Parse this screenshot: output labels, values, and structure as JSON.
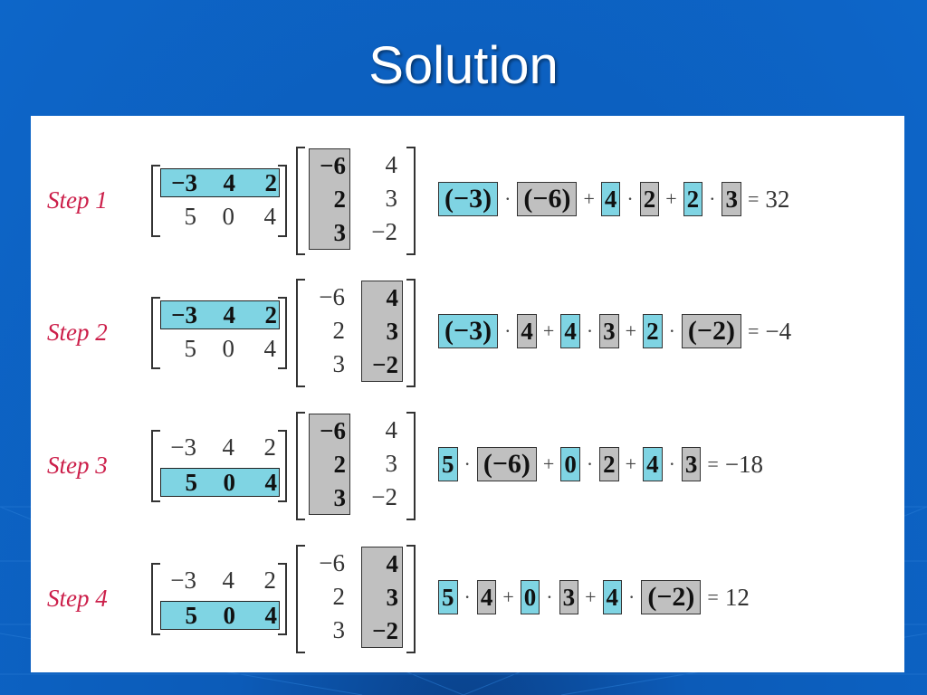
{
  "title": "Solution",
  "steps": [
    {
      "label": "Step 1",
      "a_row": 0,
      "b_col": 0,
      "expr": [
        {
          "type": "blue",
          "text": "(−3)",
          "big": true
        },
        {
          "type": "op",
          "text": "·"
        },
        {
          "type": "gray",
          "text": "(−6)",
          "big": true
        },
        {
          "type": "op",
          "text": "+"
        },
        {
          "type": "blue",
          "text": "4"
        },
        {
          "type": "op",
          "text": "·"
        },
        {
          "type": "gray",
          "text": "2"
        },
        {
          "type": "op",
          "text": "+"
        },
        {
          "type": "blue",
          "text": "2"
        },
        {
          "type": "op",
          "text": "·"
        },
        {
          "type": "gray",
          "text": "3"
        },
        {
          "type": "op",
          "text": "="
        },
        {
          "type": "res",
          "text": "32"
        }
      ]
    },
    {
      "label": "Step 2",
      "a_row": 0,
      "b_col": 1,
      "expr": [
        {
          "type": "blue",
          "text": "(−3)",
          "big": true
        },
        {
          "type": "op",
          "text": "·"
        },
        {
          "type": "gray",
          "text": "4"
        },
        {
          "type": "op",
          "text": "+"
        },
        {
          "type": "blue",
          "text": "4"
        },
        {
          "type": "op",
          "text": "·"
        },
        {
          "type": "gray",
          "text": "3"
        },
        {
          "type": "op",
          "text": "+"
        },
        {
          "type": "blue",
          "text": "2"
        },
        {
          "type": "op",
          "text": "·"
        },
        {
          "type": "gray",
          "text": "(−2)",
          "big": true
        },
        {
          "type": "op",
          "text": "="
        },
        {
          "type": "res",
          "text": "−4"
        }
      ]
    },
    {
      "label": "Step 3",
      "a_row": 1,
      "b_col": 0,
      "expr": [
        {
          "type": "blue",
          "text": "5"
        },
        {
          "type": "op",
          "text": "·"
        },
        {
          "type": "gray",
          "text": "(−6)",
          "big": true
        },
        {
          "type": "op",
          "text": "+"
        },
        {
          "type": "blue",
          "text": "0"
        },
        {
          "type": "op",
          "text": "·"
        },
        {
          "type": "gray",
          "text": "2"
        },
        {
          "type": "op",
          "text": "+"
        },
        {
          "type": "blue",
          "text": "4"
        },
        {
          "type": "op",
          "text": "·"
        },
        {
          "type": "gray",
          "text": "3"
        },
        {
          "type": "op",
          "text": "="
        },
        {
          "type": "res",
          "text": "−18"
        }
      ]
    },
    {
      "label": "Step 4",
      "a_row": 1,
      "b_col": 1,
      "expr": [
        {
          "type": "blue",
          "text": "5"
        },
        {
          "type": "op",
          "text": "·"
        },
        {
          "type": "gray",
          "text": "4"
        },
        {
          "type": "op",
          "text": "+"
        },
        {
          "type": "blue",
          "text": "0"
        },
        {
          "type": "op",
          "text": "·"
        },
        {
          "type": "gray",
          "text": "3"
        },
        {
          "type": "op",
          "text": "+"
        },
        {
          "type": "blue",
          "text": "4"
        },
        {
          "type": "op",
          "text": "·"
        },
        {
          "type": "gray",
          "text": "(−2)",
          "big": true
        },
        {
          "type": "op",
          "text": "="
        },
        {
          "type": "res",
          "text": "12"
        }
      ]
    }
  ],
  "matrix_a": [
    [
      "−3",
      "4",
      "2"
    ],
    [
      "5",
      "0",
      "4"
    ]
  ],
  "matrix_b": [
    [
      "−6",
      "4"
    ],
    [
      "2",
      "3"
    ],
    [
      "3",
      "−2"
    ]
  ],
  "colors": {
    "highlight_blue": "#7fd4e3",
    "highlight_gray": "#c0c0c0",
    "step_label": "#cc1f4a"
  }
}
